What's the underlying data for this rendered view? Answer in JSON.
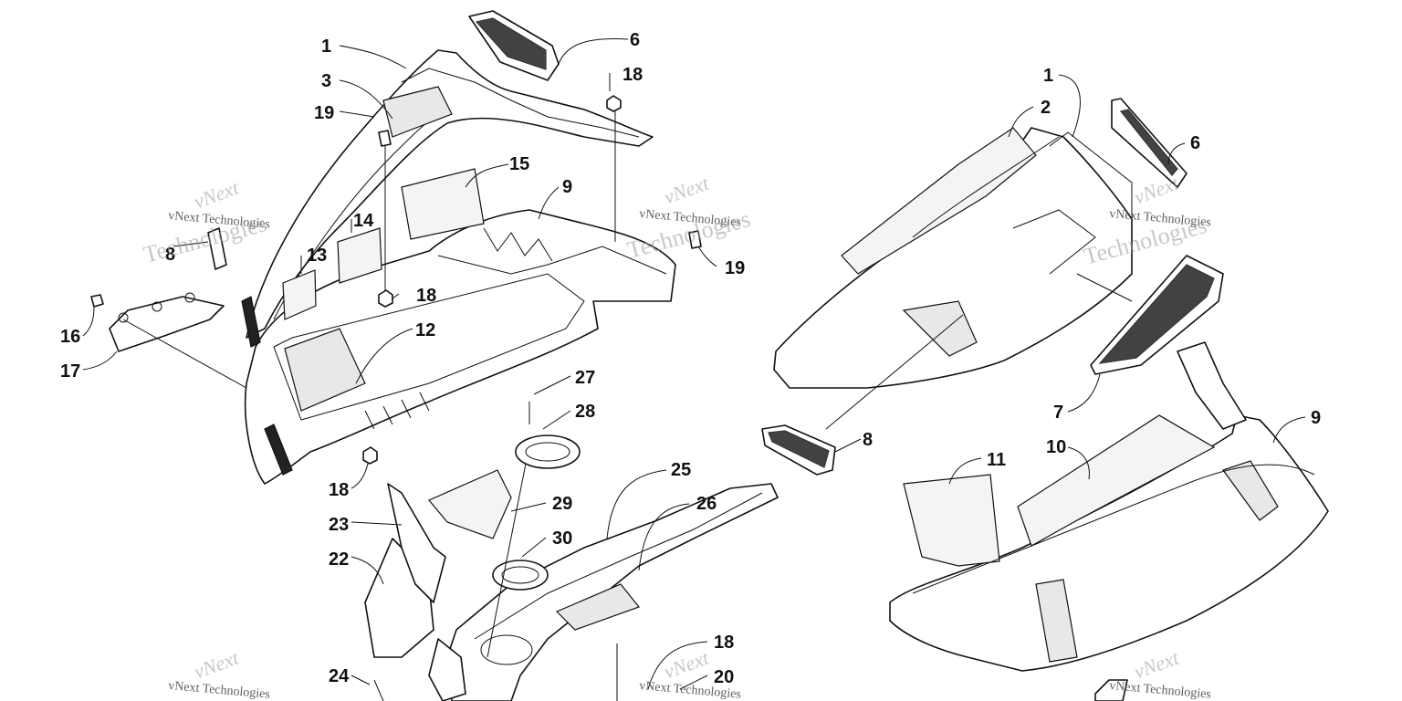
{
  "watermark": {
    "line1": "vNext",
    "line2": "vNext Technologies",
    "line3": "Technologies"
  },
  "colors": {
    "ink": "#111111",
    "watermark": "#9a9a9a",
    "background": "#ffffff"
  },
  "callouts": [
    {
      "id": "c1a",
      "label": "1"
    },
    {
      "id": "c3",
      "label": "3"
    },
    {
      "id": "c19a",
      "label": "19"
    },
    {
      "id": "c6a",
      "label": "6"
    },
    {
      "id": "c18a",
      "label": "18"
    },
    {
      "id": "c15",
      "label": "15"
    },
    {
      "id": "c9a",
      "label": "9"
    },
    {
      "id": "c14",
      "label": "14"
    },
    {
      "id": "c13",
      "label": "13"
    },
    {
      "id": "c8a",
      "label": "8"
    },
    {
      "id": "c18b",
      "label": "18"
    },
    {
      "id": "c16",
      "label": "16"
    },
    {
      "id": "c17",
      "label": "17"
    },
    {
      "id": "c12",
      "label": "12"
    },
    {
      "id": "c19b",
      "label": "19"
    },
    {
      "id": "c27",
      "label": "27"
    },
    {
      "id": "c28",
      "label": "28"
    },
    {
      "id": "c18c",
      "label": "18"
    },
    {
      "id": "c25",
      "label": "25"
    },
    {
      "id": "c26",
      "label": "26"
    },
    {
      "id": "c29",
      "label": "29"
    },
    {
      "id": "c23",
      "label": "23"
    },
    {
      "id": "c30",
      "label": "30"
    },
    {
      "id": "c22",
      "label": "22"
    },
    {
      "id": "c24",
      "label": "24"
    },
    {
      "id": "c18d",
      "label": "18"
    },
    {
      "id": "c20",
      "label": "20"
    },
    {
      "id": "c1b",
      "label": "1"
    },
    {
      "id": "c2",
      "label": "2"
    },
    {
      "id": "c6b",
      "label": "6"
    },
    {
      "id": "c7",
      "label": "7"
    },
    {
      "id": "c8b",
      "label": "8"
    },
    {
      "id": "c9b",
      "label": "9"
    },
    {
      "id": "c11",
      "label": "11"
    },
    {
      "id": "c10",
      "label": "10"
    }
  ]
}
